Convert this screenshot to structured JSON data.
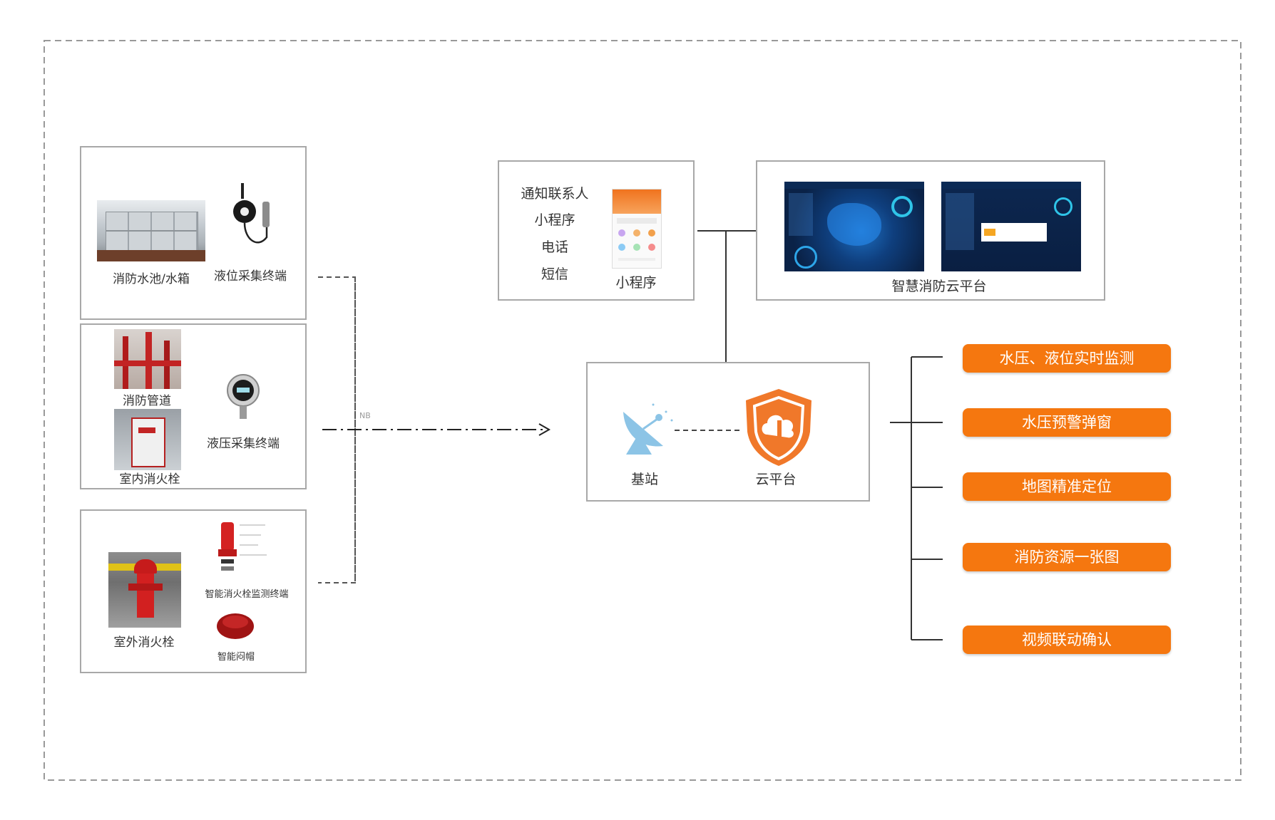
{
  "devices": {
    "group1": {
      "tank_label": "消防水池/水箱",
      "sensor_label": "液位采集终端"
    },
    "group2": {
      "pipe_label": "消防管道",
      "hydrant_label": "室内消火栓",
      "sensor_label": "液压采集终端"
    },
    "group3": {
      "outdoor_label": "室外消火栓",
      "monitor_label": "智能消火栓监测终端",
      "cap_label": "智能闷帽"
    }
  },
  "link_label": "NB",
  "notify": {
    "items": [
      "通知联系人",
      "小程序",
      "电话",
      "短信"
    ],
    "app_label": "小程序"
  },
  "platform": {
    "label": "智慧消防云平台"
  },
  "core": {
    "station_label": "基站",
    "cloud_label": "云平台"
  },
  "features": [
    "水压、液位实时监测",
    "水压预警弹窗",
    "地图精准定位",
    "消防资源一张图",
    "视频联动确认"
  ],
  "colors": {
    "accent": "#f5770f",
    "border": "#a8a8a8",
    "dashed": "#888888",
    "dashboard": "#0b2a55"
  }
}
